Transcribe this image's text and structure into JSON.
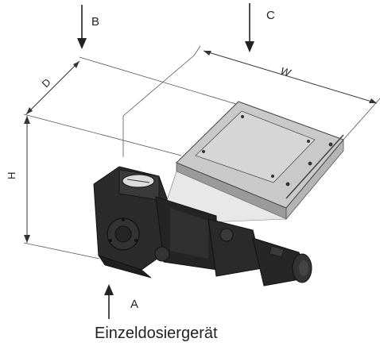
{
  "labels": {
    "arrow_a": "A",
    "arrow_b": "B",
    "arrow_c": "C",
    "dim_d": "D",
    "dim_w": "W",
    "dim_h": "H",
    "caption": "Einzeldosiergerät"
  },
  "colors": {
    "machine_body": "#2b2b2b",
    "machine_shadow": "#181818",
    "hopper_top": "#c9c9c9",
    "hopper_side": "#9a9a9a",
    "dimension_line": "#333333"
  },
  "icons": [
    "arrow-down-icon",
    "arrow-up-icon"
  ]
}
